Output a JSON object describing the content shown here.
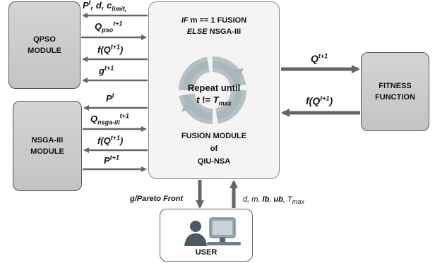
{
  "qpso_module": {
    "line1": "QPSO",
    "line2": "MODULE"
  },
  "nsga_module": {
    "line1": "NSGA-III",
    "line2": "MODULE"
  },
  "fitness_function": {
    "line1": "FITNESS",
    "line2": "FUNCTION"
  },
  "fusion_module": {
    "condition_if": "IF",
    "condition_expr": "m == 1  FUSION",
    "condition_else": "ELSE",
    "else_branch": "NSGA-III",
    "repeat_line1": "Repeat until",
    "repeat_t": "t",
    "repeat_op": " != ",
    "repeat_T": "T",
    "repeat_T_sub": "max",
    "title_line1": "FUSION MODULE",
    "title_line2": "of",
    "title_line3": "QIU-NSA"
  },
  "user": {
    "label": "USER"
  },
  "qpso_arrows": {
    "a1_P": "P",
    "a1_P_sup": "t",
    "a1_rest": ", d, ",
    "a1_c": "c",
    "a1_c_sub": "limit,",
    "a2_Q": "Q",
    "a2_sub": "pso",
    "a2_sup": "t+1",
    "a3": "f(Q",
    "a3_sup": "t+1",
    "a3_close": ")",
    "a4": "g",
    "a4_sup": "t+1"
  },
  "nsga_arrows": {
    "b1": "P",
    "b1_sup": "t",
    "b2_Q": "Q",
    "b2_sub": "nsga-iii",
    "b2_sup": "t+1",
    "b3": "f(Q",
    "b3_sup": "t+1",
    "b3_close": ")",
    "b4": "P",
    "b4_sup": "t+1"
  },
  "fitness_arrows": {
    "out_Q": "Q",
    "out_sup": "t+1",
    "in_f": "f(Q",
    "in_sup": "t+1",
    "in_close": ")"
  },
  "user_arrows": {
    "down_label": "g/Pareto Front",
    "up_label_a": "d, m, ",
    "up_lb": "lb",
    "up_comma": ", ",
    "up_ub": "ub",
    "up_comma2": ", ",
    "up_T": "T",
    "up_T_sub": "max"
  },
  "colors": {
    "arrow": "#666666",
    "box_fill": "#c8c8c8",
    "fusion_fill": "#f4f4f4",
    "cycle_outer": "#b8c0c4",
    "cycle_inner": "#8fa1aa"
  }
}
